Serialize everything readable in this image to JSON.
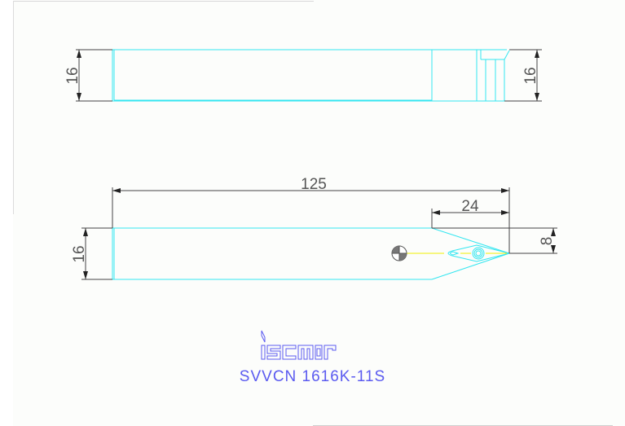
{
  "drawing": {
    "product_code": "SVVCN 1616K-11S",
    "brand_logo": "iscar-logo",
    "colors": {
      "outline": "#33e6f0",
      "dimension": "#333333",
      "centerline": "#f0f000",
      "caption": "#5b5bf0",
      "background": "#fcfdfb"
    },
    "top_view": {
      "dim_left": "16",
      "dim_right": "16"
    },
    "front_view": {
      "dim_overall_length": "125",
      "dim_head_length": "24",
      "dim_tip_offset": "8",
      "dim_height": "16"
    }
  }
}
